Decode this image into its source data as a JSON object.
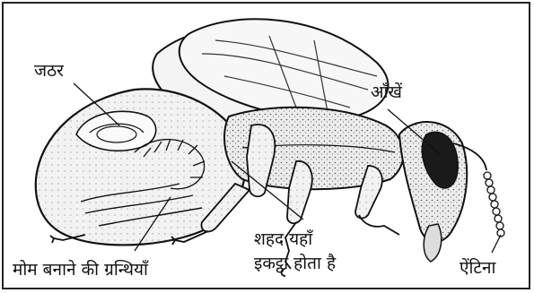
{
  "labels": {
    "stomach": "जठर",
    "eyes": "आँखें",
    "honey_store_line1": "शहद यहाँ",
    "honey_store_line2": "इकट्ठा होता है",
    "wax_glands": "मोम बनाने की ग्रन्थियाँ",
    "antenna": "ऐंटिना"
  },
  "colors": {
    "ink": "#111111",
    "body_fill": "#e8e8e8",
    "eye_fill": "#1a1a1a",
    "wing_fill": "#f4f4f4"
  },
  "icons": {
    "main_figure": "honeybee-anatomy-drawing"
  }
}
